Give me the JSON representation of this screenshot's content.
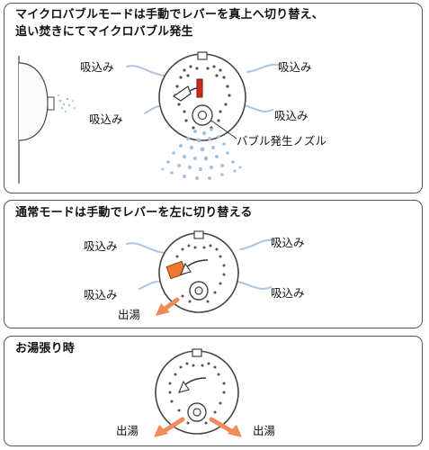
{
  "panel1": {
    "title_line1": "マイクロバブルモードは手動でレバーを真上へ切り替え、",
    "title_line2": "追い焚きにてマイクロバブル発生",
    "intake_label": "吸込み",
    "nozzle_label": "バブル発生ノズル"
  },
  "panel2": {
    "title": "通常モードは手動でレバーを左に切り替える",
    "intake_label": "吸込み",
    "outlet_label": "出湯"
  },
  "panel3": {
    "title": "お湯張り時",
    "outlet_label": "出湯"
  },
  "colors": {
    "airflow": "#a9c6e4",
    "water_arrow": "#ef8a5a",
    "lever_red": "#cc2a1a",
    "lever_orange": "#f0782f",
    "outline": "#444444"
  }
}
